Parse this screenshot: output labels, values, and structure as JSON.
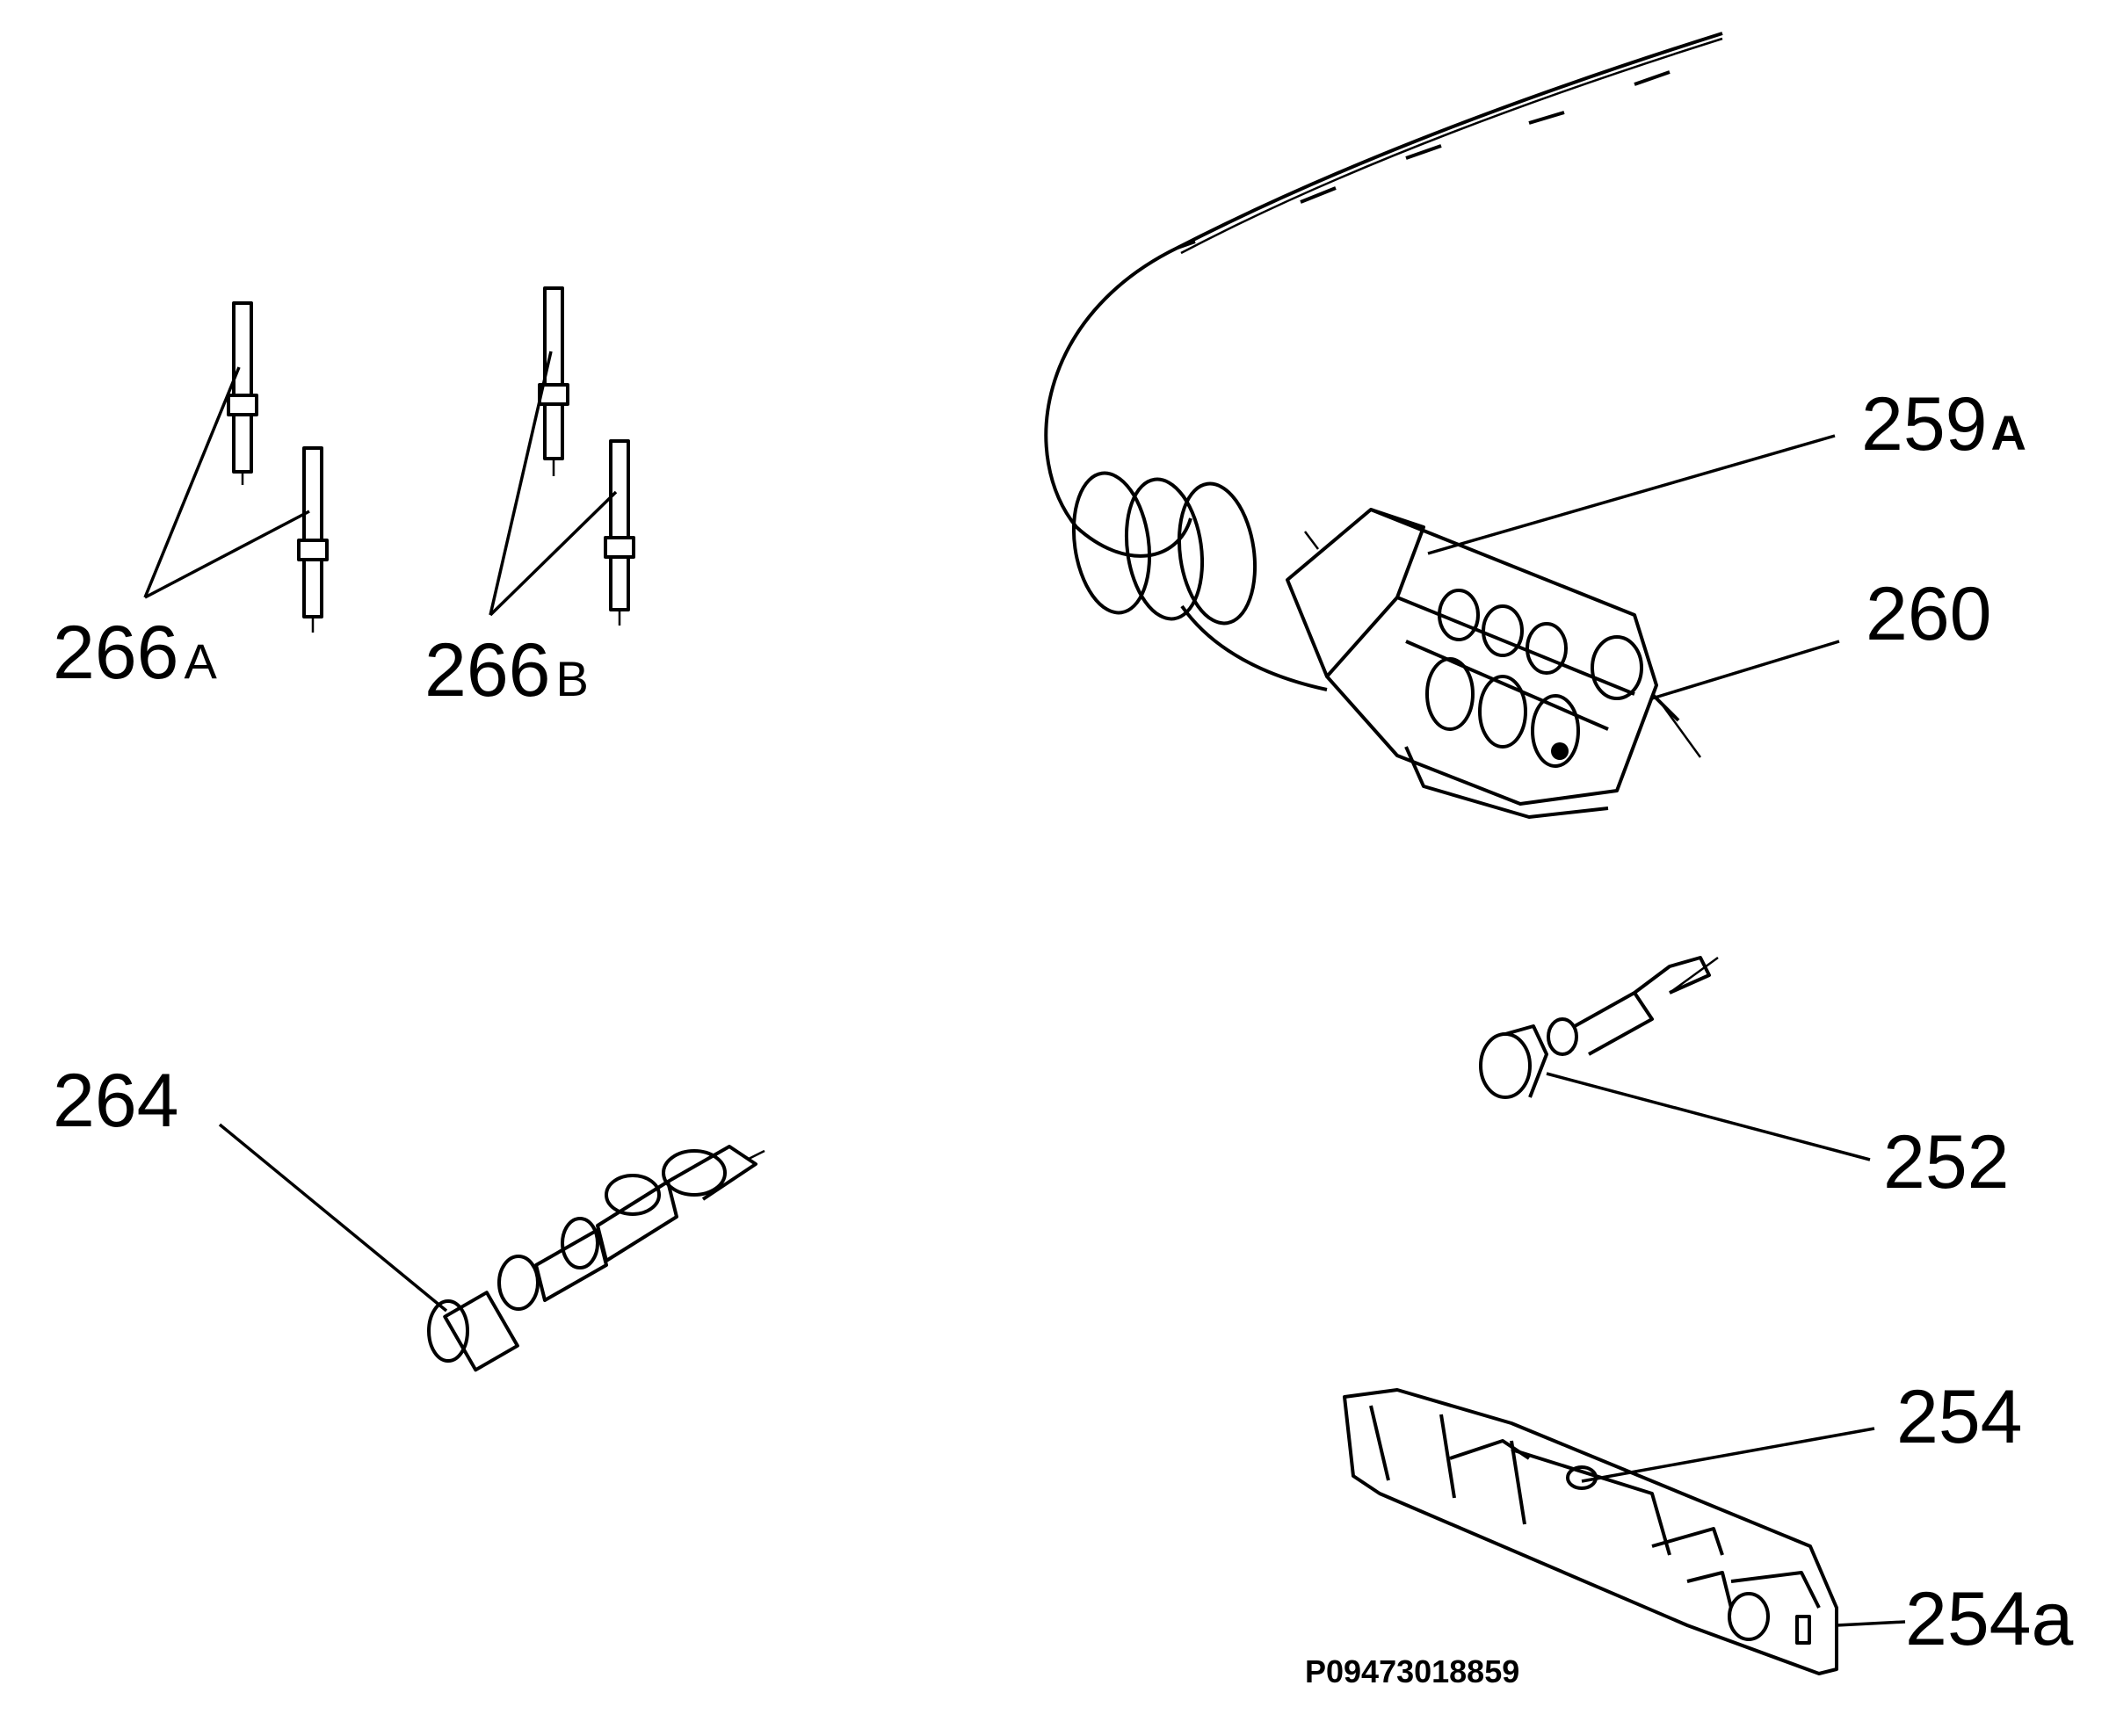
{
  "callouts": {
    "c266a": {
      "number": "266",
      "suffix": "A"
    },
    "c266b": {
      "number": "266",
      "suffix": "B"
    },
    "c259a": {
      "number": "259",
      "suffix": "A"
    },
    "c260": {
      "number": "260"
    },
    "c264": {
      "number": "264"
    },
    "c252": {
      "number": "252"
    },
    "c254": {
      "number": "254"
    },
    "c254a": {
      "number": "254a"
    }
  },
  "drawing_code": "P09473018859",
  "colors": {
    "line": "#000000",
    "background": "#ffffff"
  }
}
